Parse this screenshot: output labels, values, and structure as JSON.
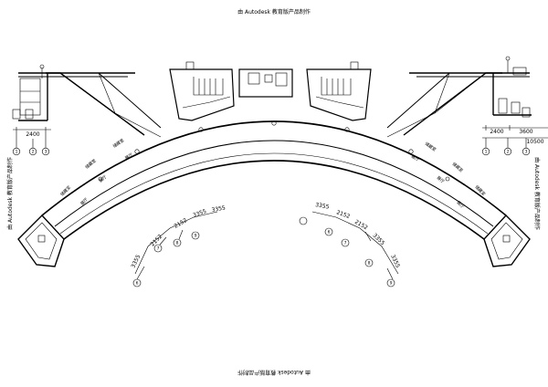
{
  "watermark": {
    "top": "由 Autodesk 教育版产品制作",
    "bottom": "由 Autodesk 教育版产品制作",
    "left": "由 Autodesk 教育版产品制作",
    "right": "由 Autodesk 教育版产品制作"
  },
  "dimensions": {
    "left_2400": "2400",
    "right_2400": "2400",
    "right_3600": "3600",
    "right_10500": "10500",
    "left_arc": [
      "3355",
      "2152",
      "2152",
      "3355",
      "3355"
    ],
    "right_arc": [
      "3355",
      "2152",
      "2152",
      "3355",
      "3355"
    ]
  },
  "room_labels": {
    "left_outer": [
      "储藏室",
      "储藏室",
      "储藏室"
    ],
    "left_inner": [
      "展厅",
      "展厅",
      "展厅"
    ],
    "right_outer": [
      "储藏室",
      "储藏室",
      "储藏室"
    ],
    "right_inner": [
      "展厅",
      "展厅",
      "展厅"
    ]
  },
  "grid_bubbles": {
    "left_top": [
      "1",
      "2",
      "3"
    ],
    "right_top": [
      "1",
      "2",
      "3"
    ],
    "left_arc": [
      "6",
      "7",
      "8",
      "9"
    ],
    "right_arc": [
      "6",
      "7",
      "8",
      "9"
    ]
  }
}
